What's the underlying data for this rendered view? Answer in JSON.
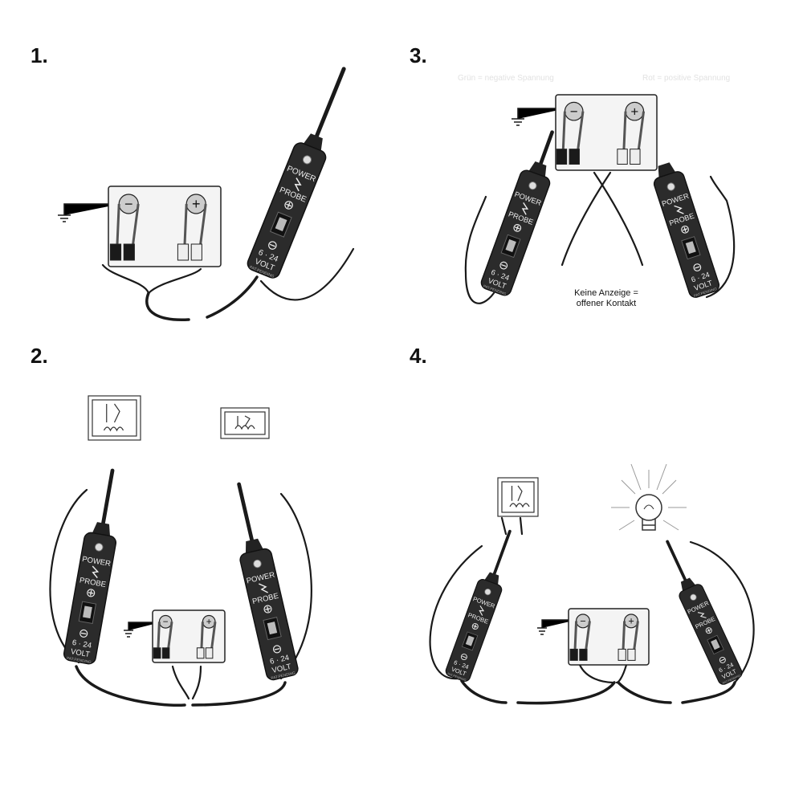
{
  "panels": [
    {
      "label": "1."
    },
    {
      "label": "2."
    },
    {
      "label": "3."
    },
    {
      "label": "4."
    }
  ],
  "probe": {
    "power": "POWER",
    "probe": "PROBE",
    "plus": "⊕",
    "minus": "⊖",
    "voltage": "6 · 24",
    "volt": "VOLT",
    "patent": "PAT.PENDING"
  },
  "battery": {
    "minus": "−",
    "plus": "+"
  },
  "panel3": {
    "header_left": "Grün = negative Spannung",
    "header_right": "Rot = positive Spannung",
    "caption_line1": "Keine Anzeige =",
    "caption_line2": "offener Kontakt"
  },
  "colors": {
    "probe_body": "#2b2b2b",
    "line": "#1a1a1a"
  }
}
